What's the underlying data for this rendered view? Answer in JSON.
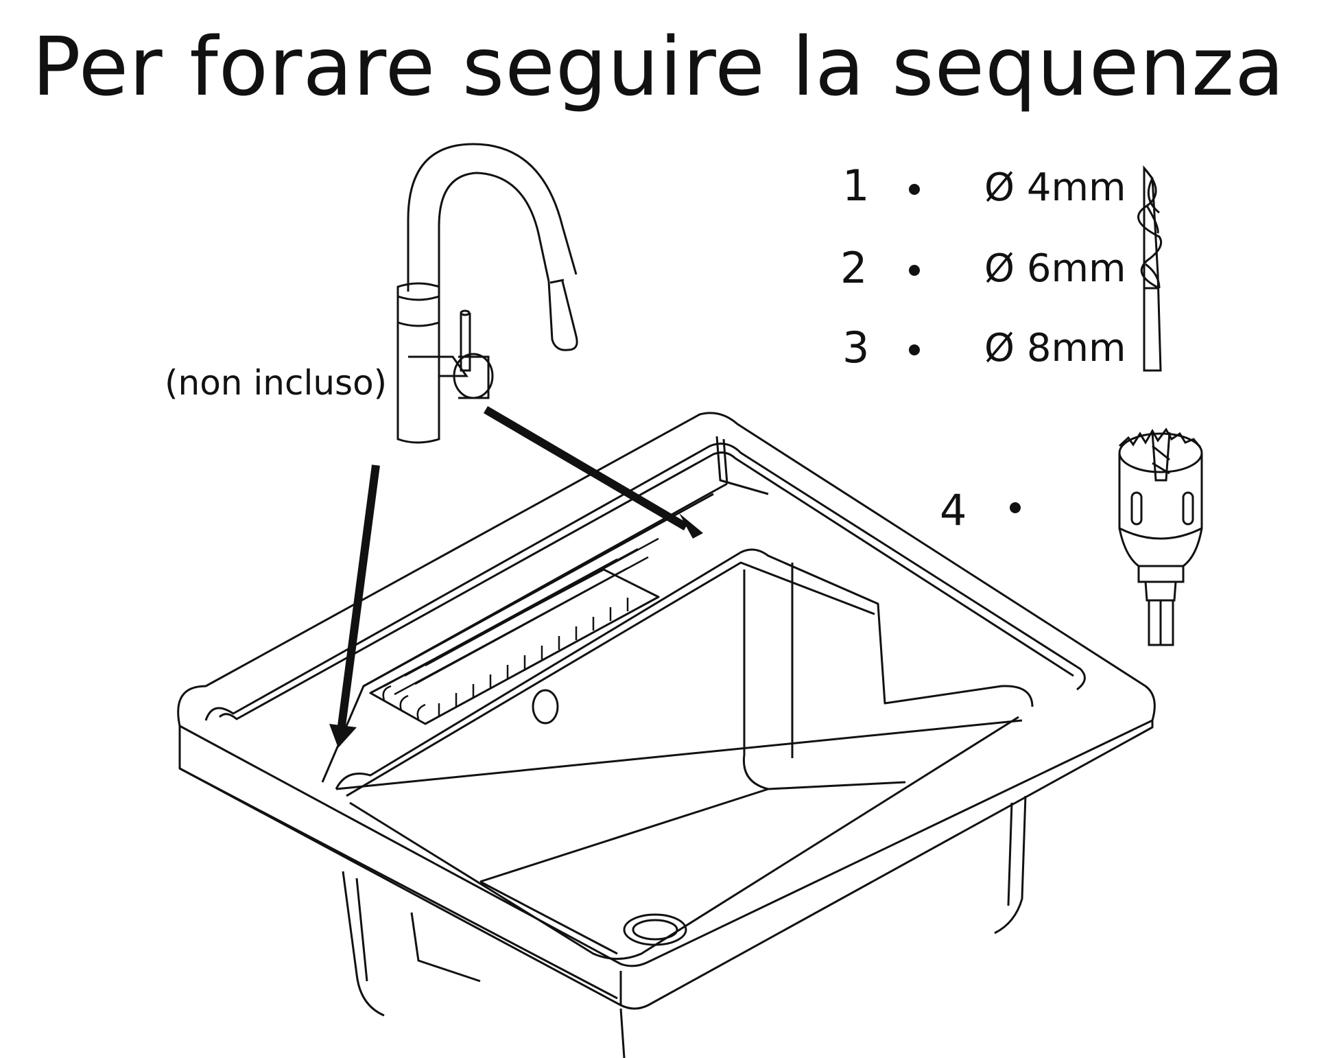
{
  "title": "Per forare seguire la sequenza",
  "faucet_note": "(non incluso)",
  "steps": [
    {
      "number": "1",
      "size": "Ø 4mm",
      "tool": "twist-drill-icon"
    },
    {
      "number": "2",
      "size": "Ø 6mm",
      "tool": "twist-drill-icon"
    },
    {
      "number": "3",
      "size": "Ø 8mm",
      "tool": "twist-drill-icon"
    },
    {
      "number": "4",
      "size": "",
      "tool": "hole-saw-icon"
    }
  ],
  "colors": {
    "ink": "#111111",
    "background": "#ffffff"
  }
}
